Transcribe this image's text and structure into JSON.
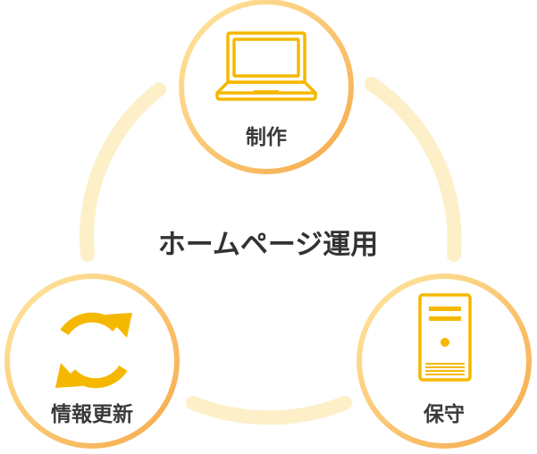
{
  "diagram": {
    "title": "ホームページ運用",
    "nodes": [
      {
        "id": "production",
        "label": "制作",
        "icon": "laptop-icon"
      },
      {
        "id": "maintenance",
        "label": "保守",
        "icon": "server-icon"
      },
      {
        "id": "update",
        "label": "情報更新",
        "icon": "refresh-icon"
      }
    ]
  },
  "colors": {
    "ring": "#FDEFC8",
    "node_border_light": "#FFE08A",
    "node_border_dark": "#F6A94A",
    "icon": "#F5B800",
    "text": "#3a3a3a"
  }
}
